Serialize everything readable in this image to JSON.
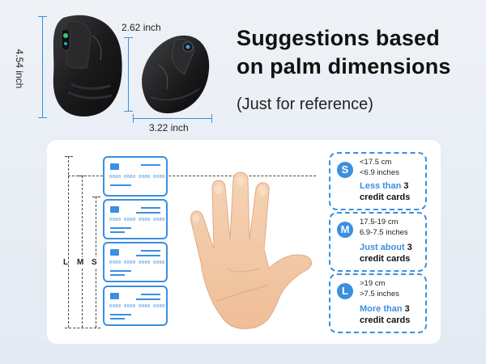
{
  "header": {
    "title_line1": "Suggestions based",
    "title_line2": "on palm dimensions",
    "subtitle": "(Just for reference)"
  },
  "dimensions": {
    "height": "4.54 inch",
    "depth": "2.62 inch",
    "width": "3.22 inch"
  },
  "scale_letters": {
    "l": "L",
    "m": "M",
    "s": "S"
  },
  "cards": {
    "number": "0000 0000 0000 0000"
  },
  "sizes": [
    {
      "letter": "S",
      "range_cm": "<17.5 cm",
      "range_in": "<6.9 inches",
      "hint_emph": "Less than",
      "hint_num": " 3",
      "hint_rest": "credit cards"
    },
    {
      "letter": "M",
      "range_cm": "17.5-19 cm",
      "range_in": "6.9-7.5 inches",
      "hint_emph": "Just about",
      "hint_num": " 3",
      "hint_rest": "credit cards"
    },
    {
      "letter": "L",
      "range_cm": ">19 cm",
      "range_in": ">7.5 inches",
      "hint_emph": "More than",
      "hint_num": " 3",
      "hint_rest": "credit cards"
    }
  ],
  "colors": {
    "accent": "#3b8fe0",
    "skin": "#f2c9a6",
    "skin_shadow": "#e0a985",
    "mouse": "#1d1d1f"
  }
}
